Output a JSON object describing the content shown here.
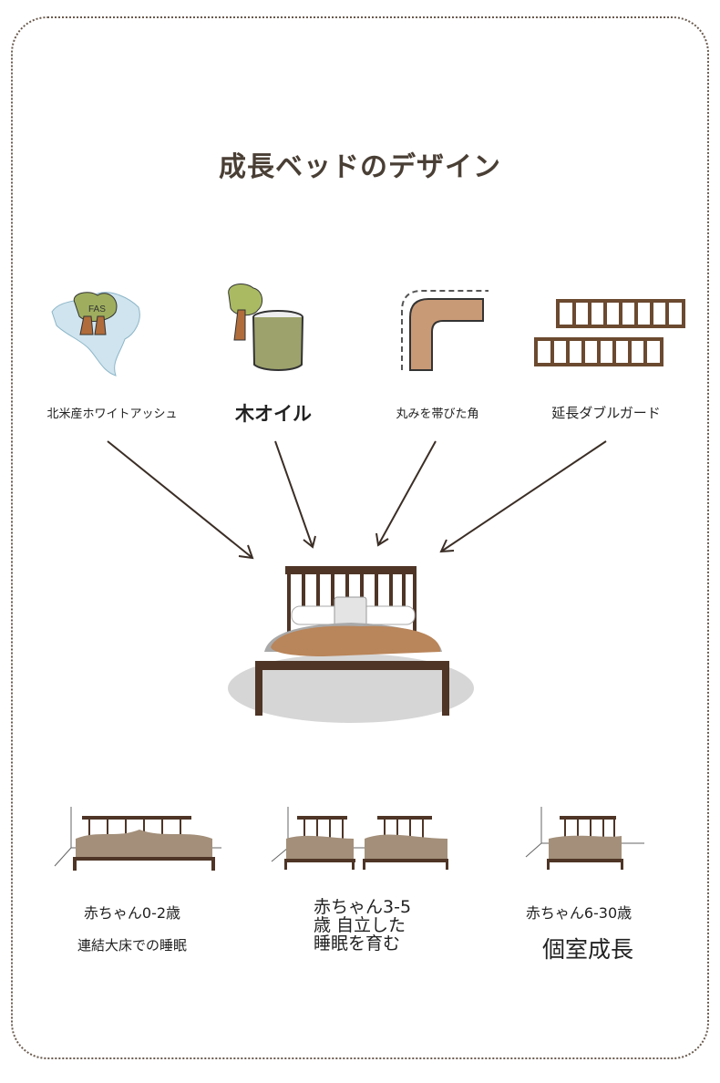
{
  "title": "成長ベッドのデザイン",
  "features": [
    {
      "label": "北米産ホワイトアッシュ",
      "icon": "north-america-map-trees-icon",
      "badge": "FAS"
    },
    {
      "label": "木オイル",
      "icon": "tree-oil-can-icon"
    },
    {
      "label": "丸みを帯びた角",
      "icon": "rounded-corner-icon"
    },
    {
      "label": "延長ダブルガード",
      "icon": "double-guard-rail-icon"
    }
  ],
  "stages": [
    {
      "age": "赤ちゃん0-2歳",
      "desc": "連結大床での睡眠"
    },
    {
      "age": "赤ちゃん3-5歳 自立した睡眠を育む",
      "desc": ""
    },
    {
      "age": "赤ちゃん6-30歳",
      "desc": "個室成長"
    }
  ],
  "colors": {
    "wood": "#4e3526",
    "blanket": "#b9855a",
    "text": "#4a3f35"
  }
}
